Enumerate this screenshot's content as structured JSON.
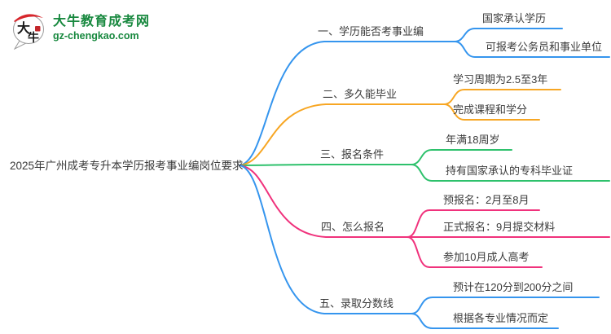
{
  "logo": {
    "icon_text_top": "大",
    "icon_text_bottom": "牛",
    "site_name": "大牛教育成考网",
    "site_url": "gz-chengkao.com",
    "brand_green": "#17883E",
    "icon_red": "#D7262C"
  },
  "root": {
    "label": "2025年广州成考专升本学历报考事业编岗位要求"
  },
  "branches": [
    {
      "label": "一、学历能否考事业编",
      "color": "#3595EE",
      "children": [
        {
          "label": "国家承认学历"
        },
        {
          "label": "可报考公务员和事业单位"
        }
      ]
    },
    {
      "label": "二、多久能毕业",
      "color": "#F7A623",
      "children": [
        {
          "label": "学习周期为2.5至3年"
        },
        {
          "label": "完成课程和学分"
        }
      ]
    },
    {
      "label": "三、报名条件",
      "color": "#2EC16C",
      "children": [
        {
          "label": "年满18周岁"
        },
        {
          "label": "持有国家承认的专科毕业证"
        }
      ]
    },
    {
      "label": "四、怎么报名",
      "color": "#F0327C",
      "children": [
        {
          "label": "预报名：2月至8月"
        },
        {
          "label": "正式报名：9月提交材料"
        },
        {
          "label": "参加10月成人高考"
        }
      ]
    },
    {
      "label": "五、录取分数线",
      "color": "#3595EE",
      "children": [
        {
          "label": "预计在120分到200分之间"
        },
        {
          "label": "根据各专业情况而定"
        }
      ]
    }
  ],
  "text_color": "#3B3B3B"
}
